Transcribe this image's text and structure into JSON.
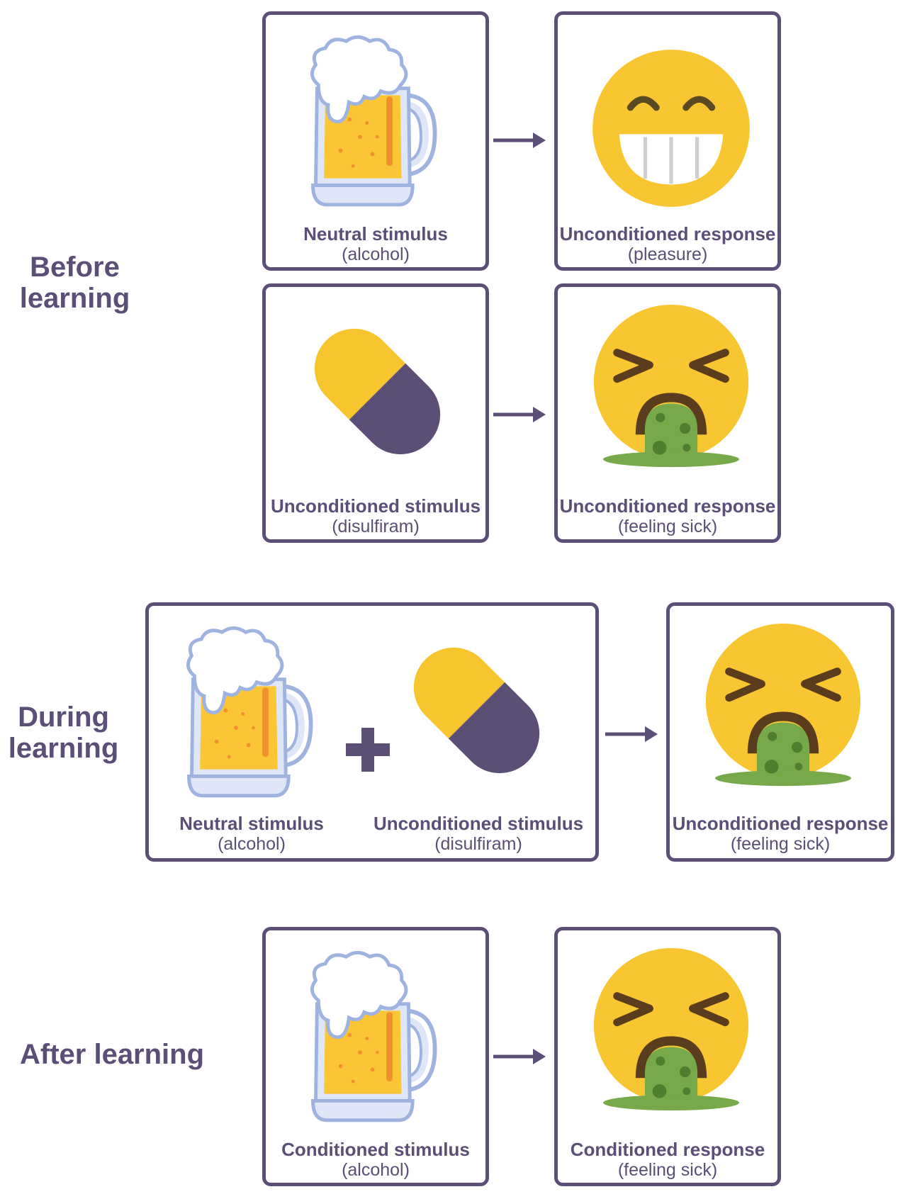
{
  "stages": {
    "before": "Before\nlearning",
    "during": "During\nlearning",
    "after": "After learning"
  },
  "before": {
    "row1": {
      "left": {
        "title": "Neutral stimulus",
        "sub": "(alcohol)",
        "icon": "beer-mug-icon"
      },
      "right": {
        "title": "Unconditioned response",
        "sub": "(pleasure)",
        "icon": "grinning-face-icon"
      }
    },
    "row2": {
      "left": {
        "title": "Unconditioned stimulus",
        "sub": "(disulfiram)",
        "icon": "pill-capsule-icon"
      },
      "right": {
        "title": "Unconditioned response",
        "sub": "(feeling sick)",
        "icon": "vomiting-face-icon"
      }
    }
  },
  "during": {
    "left_a": {
      "title": "Neutral stimulus",
      "sub": "(alcohol)",
      "icon": "beer-mug-icon"
    },
    "left_b": {
      "title": "Unconditioned stimulus",
      "sub": "(disulfiram)",
      "icon": "pill-capsule-icon"
    },
    "right": {
      "title": "Unconditioned response",
      "sub": "(feeling sick)",
      "icon": "vomiting-face-icon"
    }
  },
  "after": {
    "left": {
      "title": "Conditioned stimulus",
      "sub": "(alcohol)",
      "icon": "beer-mug-icon"
    },
    "right": {
      "title": "Conditioned response",
      "sub": "(feeling sick)",
      "icon": "vomiting-face-icon"
    }
  },
  "colors": {
    "outline": "#5b4f77",
    "pill_yellow": "#f7c52e",
    "pill_purple": "#5b4f77",
    "face_yellow": "#f8c630",
    "vomit_green": "#76a94a",
    "beer": "#fbc536",
    "glass": "#dfe6f7"
  }
}
